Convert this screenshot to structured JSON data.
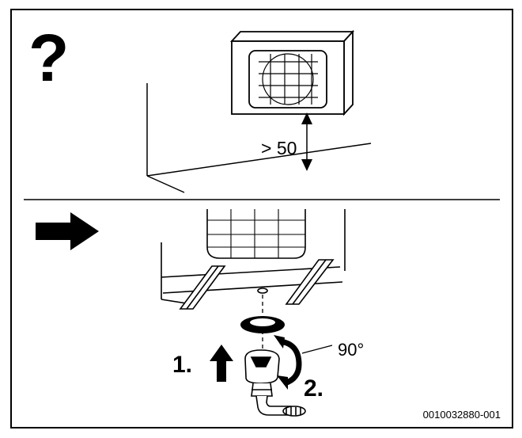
{
  "top_panel": {
    "question_mark": "?",
    "clearance_label": "> 50"
  },
  "bottom_panel": {
    "step1_label": "1.",
    "step2_label": "2.",
    "angle_label": "90°",
    "figure_id": "0010032880-001"
  },
  "colors": {
    "stroke": "#000000",
    "background": "#ffffff"
  }
}
